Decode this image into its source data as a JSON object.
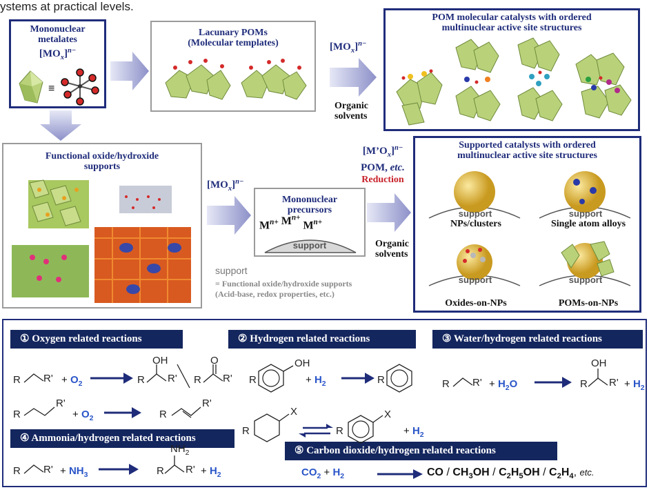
{
  "top_text": "ystems at practical levels.",
  "mononuclear": {
    "line1": "Mononuclear",
    "line2": "metalates",
    "formula": "[MO",
    "x": "x",
    "charge": "]",
    "sup": "n−"
  },
  "lacunary": {
    "line1": "Lacunary POMs",
    "line2": "(Molecular templates)"
  },
  "arrow1_label": {
    "formula": "[MO",
    "x": "x",
    "charge": "]",
    "sup": "n−"
  },
  "organic1": {
    "line1": "Organic",
    "line2": "solvents"
  },
  "pom_catalysts": {
    "line1": "POM molecular catalysts with ordered",
    "line2": "multinuclear active site structures"
  },
  "functional": {
    "line1": "Functional oxide/hydroxide",
    "line2": "supports"
  },
  "arrow2_label": {
    "formula": "[MO",
    "x": "x",
    "charge": "]",
    "sup": "n−"
  },
  "precursors": {
    "line1": "Mononuclear",
    "line2": "precursors",
    "ion": "M",
    "ion_sup": "n+",
    "support": "support"
  },
  "arrow3_label": {
    "formula": "[M’O",
    "x": "x",
    "charge": "]",
    "sup": "n−",
    "line2": "POM, ",
    "etc": "etc.",
    "reduction": "Reduction"
  },
  "organic2": {
    "line1": "Organic",
    "line2": "solvents"
  },
  "support_note": {
    "word": "support",
    "line1": "= Functional oxide/hydroxide supports",
    "line2": "(Acid-base, redox properties, etc.)"
  },
  "supported": {
    "line1": "Supported catalysts with ordered",
    "line2": "multinuclear active site structures",
    "support_word": "support",
    "labels": [
      "NPs/clusters",
      "Single atom alloys",
      "Oxides-on-NPs",
      "POMs-on-NPs"
    ]
  },
  "reactions": {
    "h1": "① Oxygen related reactions",
    "h2": "② Hydrogen related reactions",
    "h3": "③ Water/hydrogen related reactions",
    "h4": "④ Ammonia/hydrogen related reactions",
    "h5": "⑤ Carbon dioxide/hydrogen related reactions"
  },
  "chem": {
    "R": "R",
    "Rp": "R'",
    "plus": "+",
    "O": "O",
    "two": "2",
    "OH": "OH",
    "Ocarb": "O",
    "H": "H",
    "X": "X",
    "H2O_H": "H",
    "H2O_O": "O",
    "NH": "NH",
    "three": "3",
    "NH2": "NH",
    "CO2": "CO",
    "CO": "CO",
    "CH3OH_a": "CH",
    "CH3OH_b": "OH",
    "C2H5OH_a": "C",
    "C2H5OH_b": "H",
    "C2H5OH_c": "OH",
    "C2H4_a": "C",
    "C2H4_b": "H",
    "four": "4",
    "five": "5",
    "etc": "etc.",
    "slash": "/"
  }
}
